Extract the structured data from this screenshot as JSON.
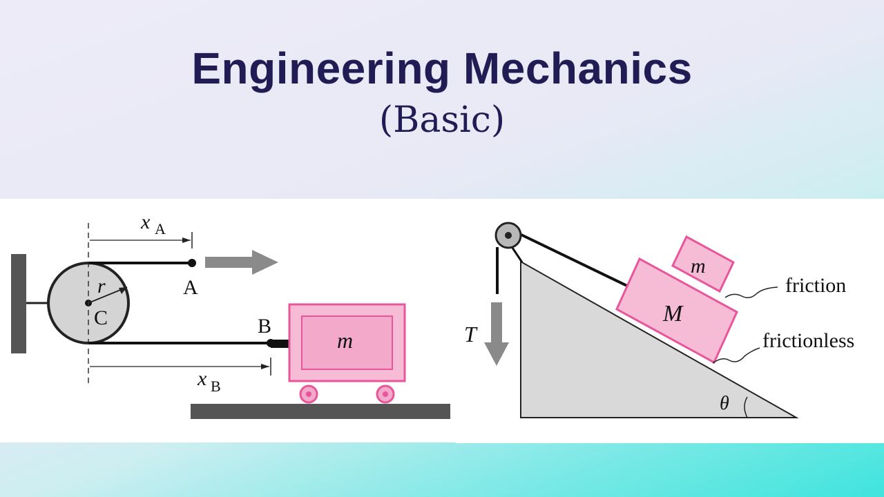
{
  "slide": {
    "title": "Engineering Mechanics",
    "subtitle": "(Basic)"
  },
  "pulley_cart_diagram": {
    "labels": {
      "xa_var": "x",
      "xa_sub": "A",
      "point_a": "A",
      "radius": "r",
      "center": "C",
      "point_b": "B",
      "xb_var": "x",
      "xb_sub": "B",
      "cart_mass": "m"
    },
    "colors": {
      "cart_fill": "#f7bcd5",
      "cart_stroke": "#e8559a",
      "arrow": "#8a8a8a",
      "pulley": "#d4d4d4"
    }
  },
  "incline_diagram": {
    "labels": {
      "tension": "T",
      "small_mass": "m",
      "big_mass": "M",
      "friction": "friction",
      "frictionless": "frictionless",
      "angle": "θ"
    },
    "colors": {
      "incline_fill": "#d9d9d9",
      "block_fill": "#f7bcd5",
      "block_stroke": "#e8559a",
      "arrow": "#8a8a8a"
    }
  },
  "colors": {
    "title_text": "#221c55",
    "background_start": "#ecebf7",
    "background_end": "#3fe4dd"
  }
}
